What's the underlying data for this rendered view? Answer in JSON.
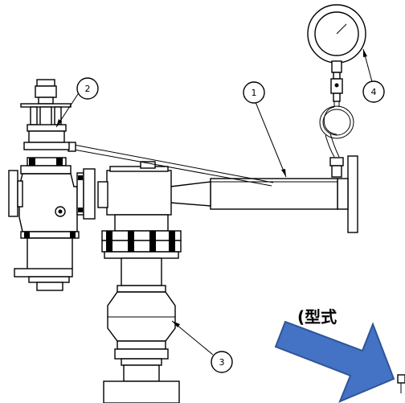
{
  "balloons": [
    {
      "id": "balloon-1",
      "label": "1"
    },
    {
      "id": "balloon-2",
      "label": "2"
    },
    {
      "id": "balloon-3",
      "label": "3"
    },
    {
      "id": "balloon-4",
      "label": "4"
    }
  ],
  "caption": "(型式",
  "arrow_color": "#4472c4",
  "arrow_border_color": "#2f5597"
}
